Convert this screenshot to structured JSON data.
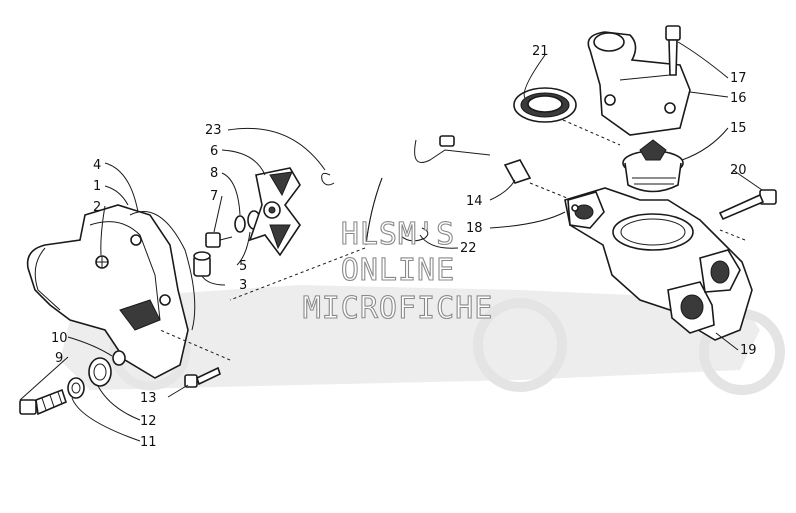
{
  "watermark": {
    "line1": "HLSM'S",
    "line2": "ONLINE",
    "line3": "MICROFICHE"
  },
  "callouts": [
    {
      "id": "c1",
      "label": "1"
    },
    {
      "id": "c2",
      "label": "2"
    },
    {
      "id": "c3",
      "label": "3"
    },
    {
      "id": "c4",
      "label": "4"
    },
    {
      "id": "c5",
      "label": "5"
    },
    {
      "id": "c6",
      "label": "6"
    },
    {
      "id": "c7",
      "label": "7"
    },
    {
      "id": "c8",
      "label": "8"
    },
    {
      "id": "c9",
      "label": "9"
    },
    {
      "id": "c10",
      "label": "10"
    },
    {
      "id": "c11",
      "label": "11"
    },
    {
      "id": "c12",
      "label": "12"
    },
    {
      "id": "c13",
      "label": "13"
    },
    {
      "id": "c14",
      "label": "14"
    },
    {
      "id": "c15",
      "label": "15"
    },
    {
      "id": "c16",
      "label": "16"
    },
    {
      "id": "c17",
      "label": "17"
    },
    {
      "id": "c18",
      "label": "18"
    },
    {
      "id": "c19",
      "label": "19"
    },
    {
      "id": "c20",
      "label": "20"
    },
    {
      "id": "c21",
      "label": "21"
    },
    {
      "id": "c22",
      "label": "22"
    },
    {
      "id": "c23",
      "label": "23"
    }
  ]
}
